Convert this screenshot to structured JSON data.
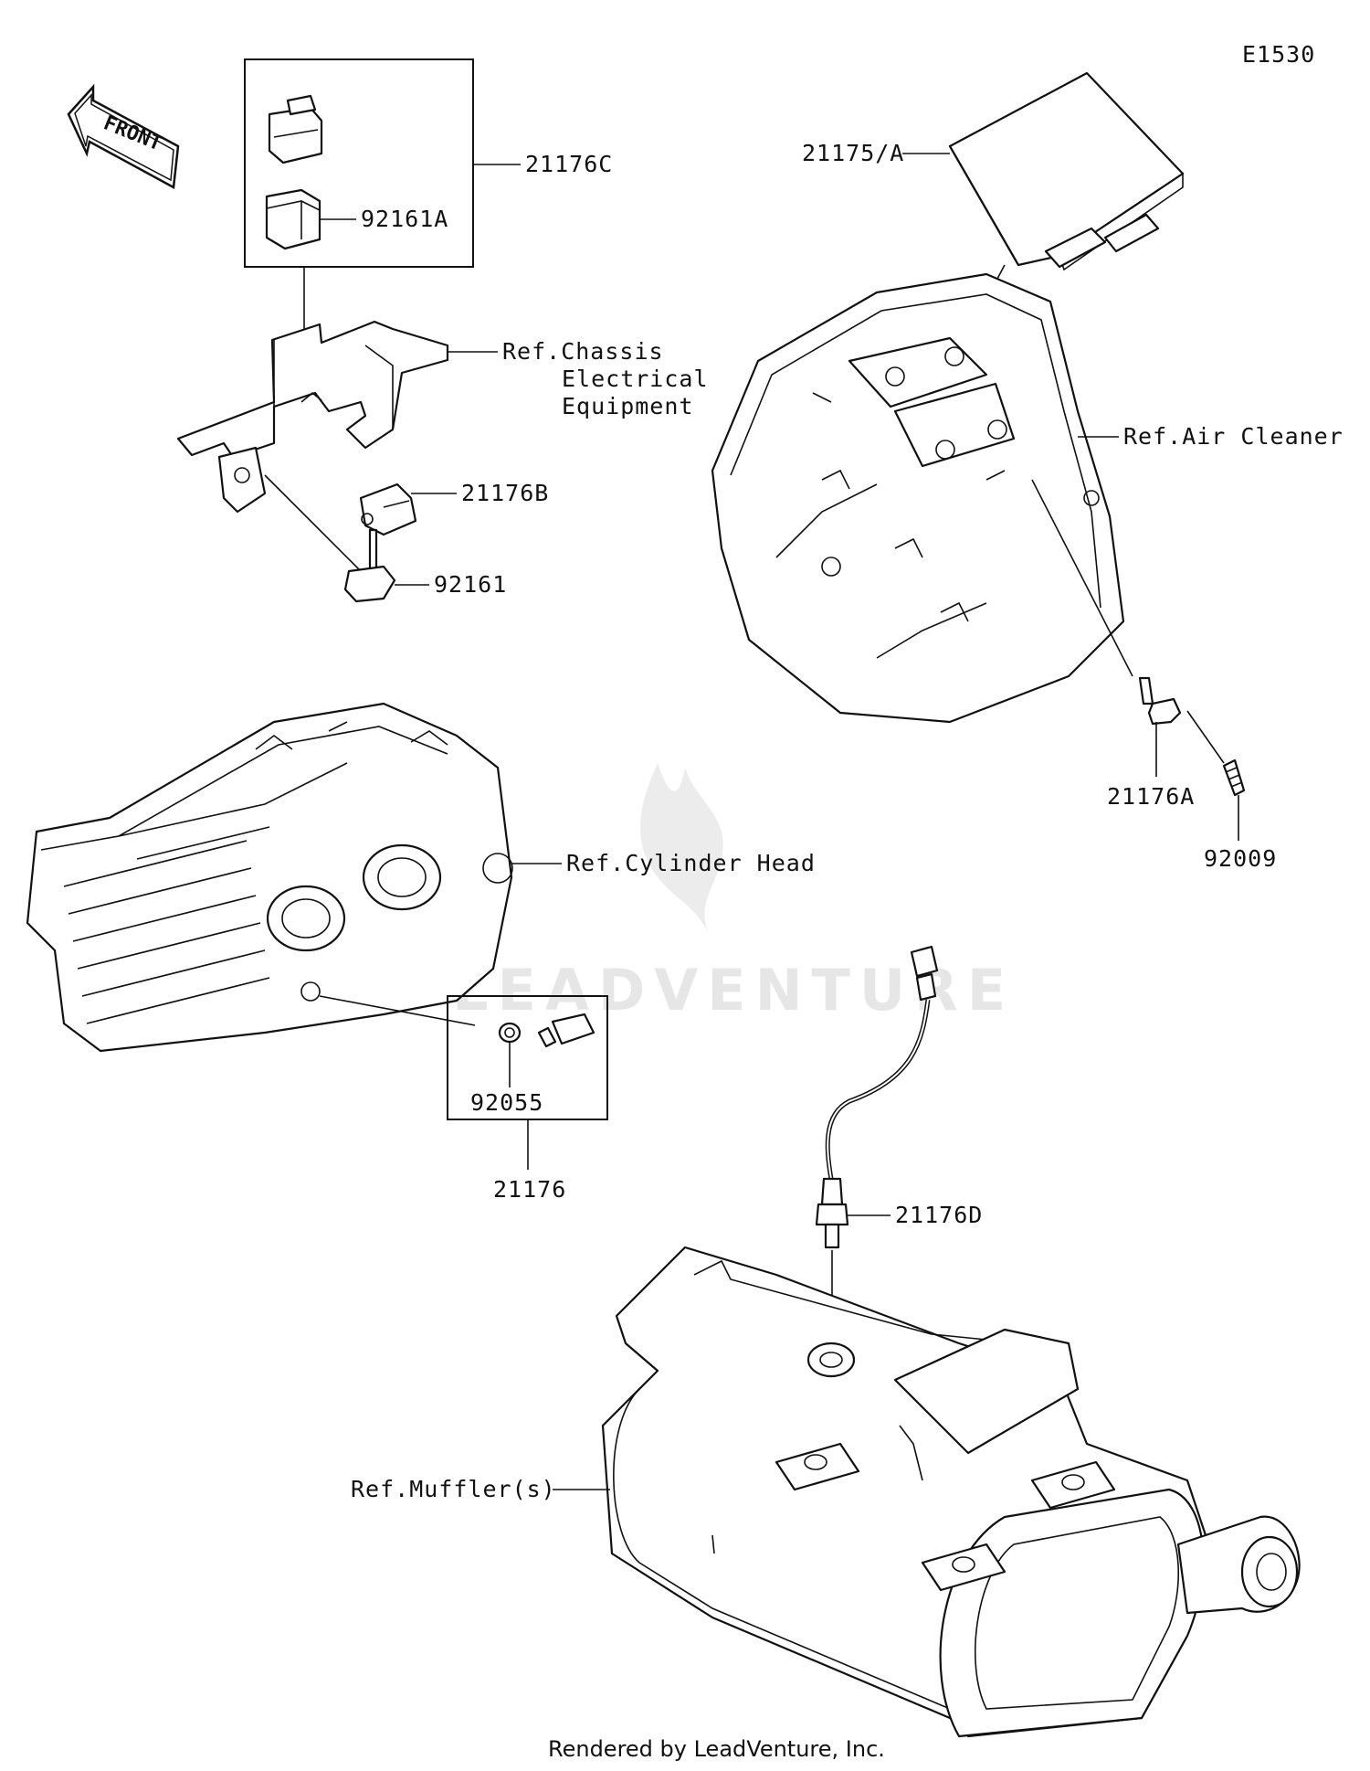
{
  "diagram_id": "E1530",
  "front_label": "FRONT",
  "watermark": "LEADVENTURE",
  "footer": "Rendered by LeadVenture, Inc.",
  "labels": {
    "p21176C": "21176C",
    "p92161A": "92161A",
    "ref_chassis_1": "Ref.Chassis",
    "ref_chassis_2": "Electrical",
    "ref_chassis_3": "Equipment",
    "p21176B": "21176B",
    "p92161": "92161",
    "p21175A": "21175/A",
    "ref_air_cleaner": "Ref.Air Cleaner",
    "p21176A": "21176A",
    "p92009": "92009",
    "ref_cylinder_head": "Ref.Cylinder Head",
    "p92055": "92055",
    "p21176": "21176",
    "p21176D": "21176D",
    "ref_muffler": "Ref.Muffler(s)"
  }
}
